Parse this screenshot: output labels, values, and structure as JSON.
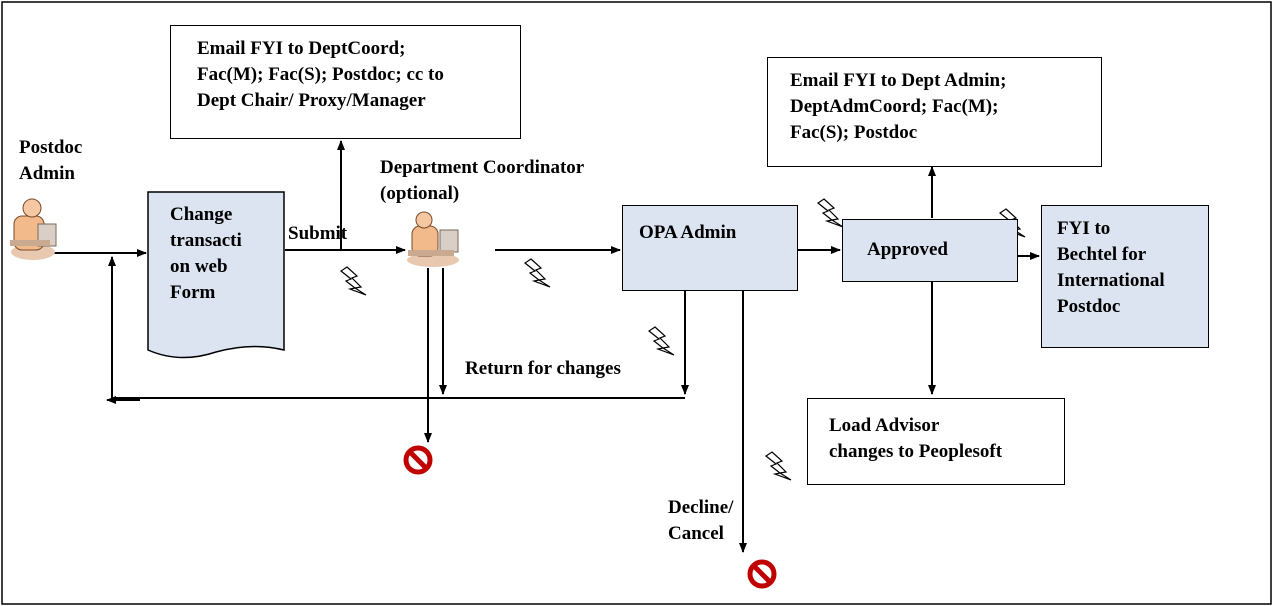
{
  "diagram": {
    "actors": {
      "postdoc_admin": [
        "Postdoc",
        "Admin"
      ],
      "dept_coordinator": [
        "Department Coordinator",
        "(optional)"
      ]
    },
    "boxes": {
      "email_fyi_deptcoord": [
        "Email FYI to DeptCoord;",
        "Fac(M); Fac(S); Postdoc; cc to",
        "Dept Chair/ Proxy/Manager"
      ],
      "change_form": [
        "Change",
        "transacti",
        "on web",
        "Form"
      ],
      "opa_admin": [
        "OPA Admin"
      ],
      "approved": [
        "Approved"
      ],
      "email_fyi_deptadmin": [
        "Email FYI to Dept Admin;",
        "DeptAdmCoord; Fac(M);",
        "Fac(S); Postdoc"
      ],
      "fyi_bechtel": [
        "FYI to",
        "Bechtel for",
        "International",
        "Postdoc"
      ],
      "load_advisor": [
        "Load Advisor",
        "changes to Peoplesoft"
      ]
    },
    "labels": {
      "submit": "Submit",
      "return_for_changes": "Return for changes",
      "decline_cancel": [
        "Decline/",
        "Cancel"
      ]
    },
    "colors": {
      "box_fill": "#dbe4f0",
      "no_symbol": "#c00000",
      "lightning": "#000000"
    }
  }
}
